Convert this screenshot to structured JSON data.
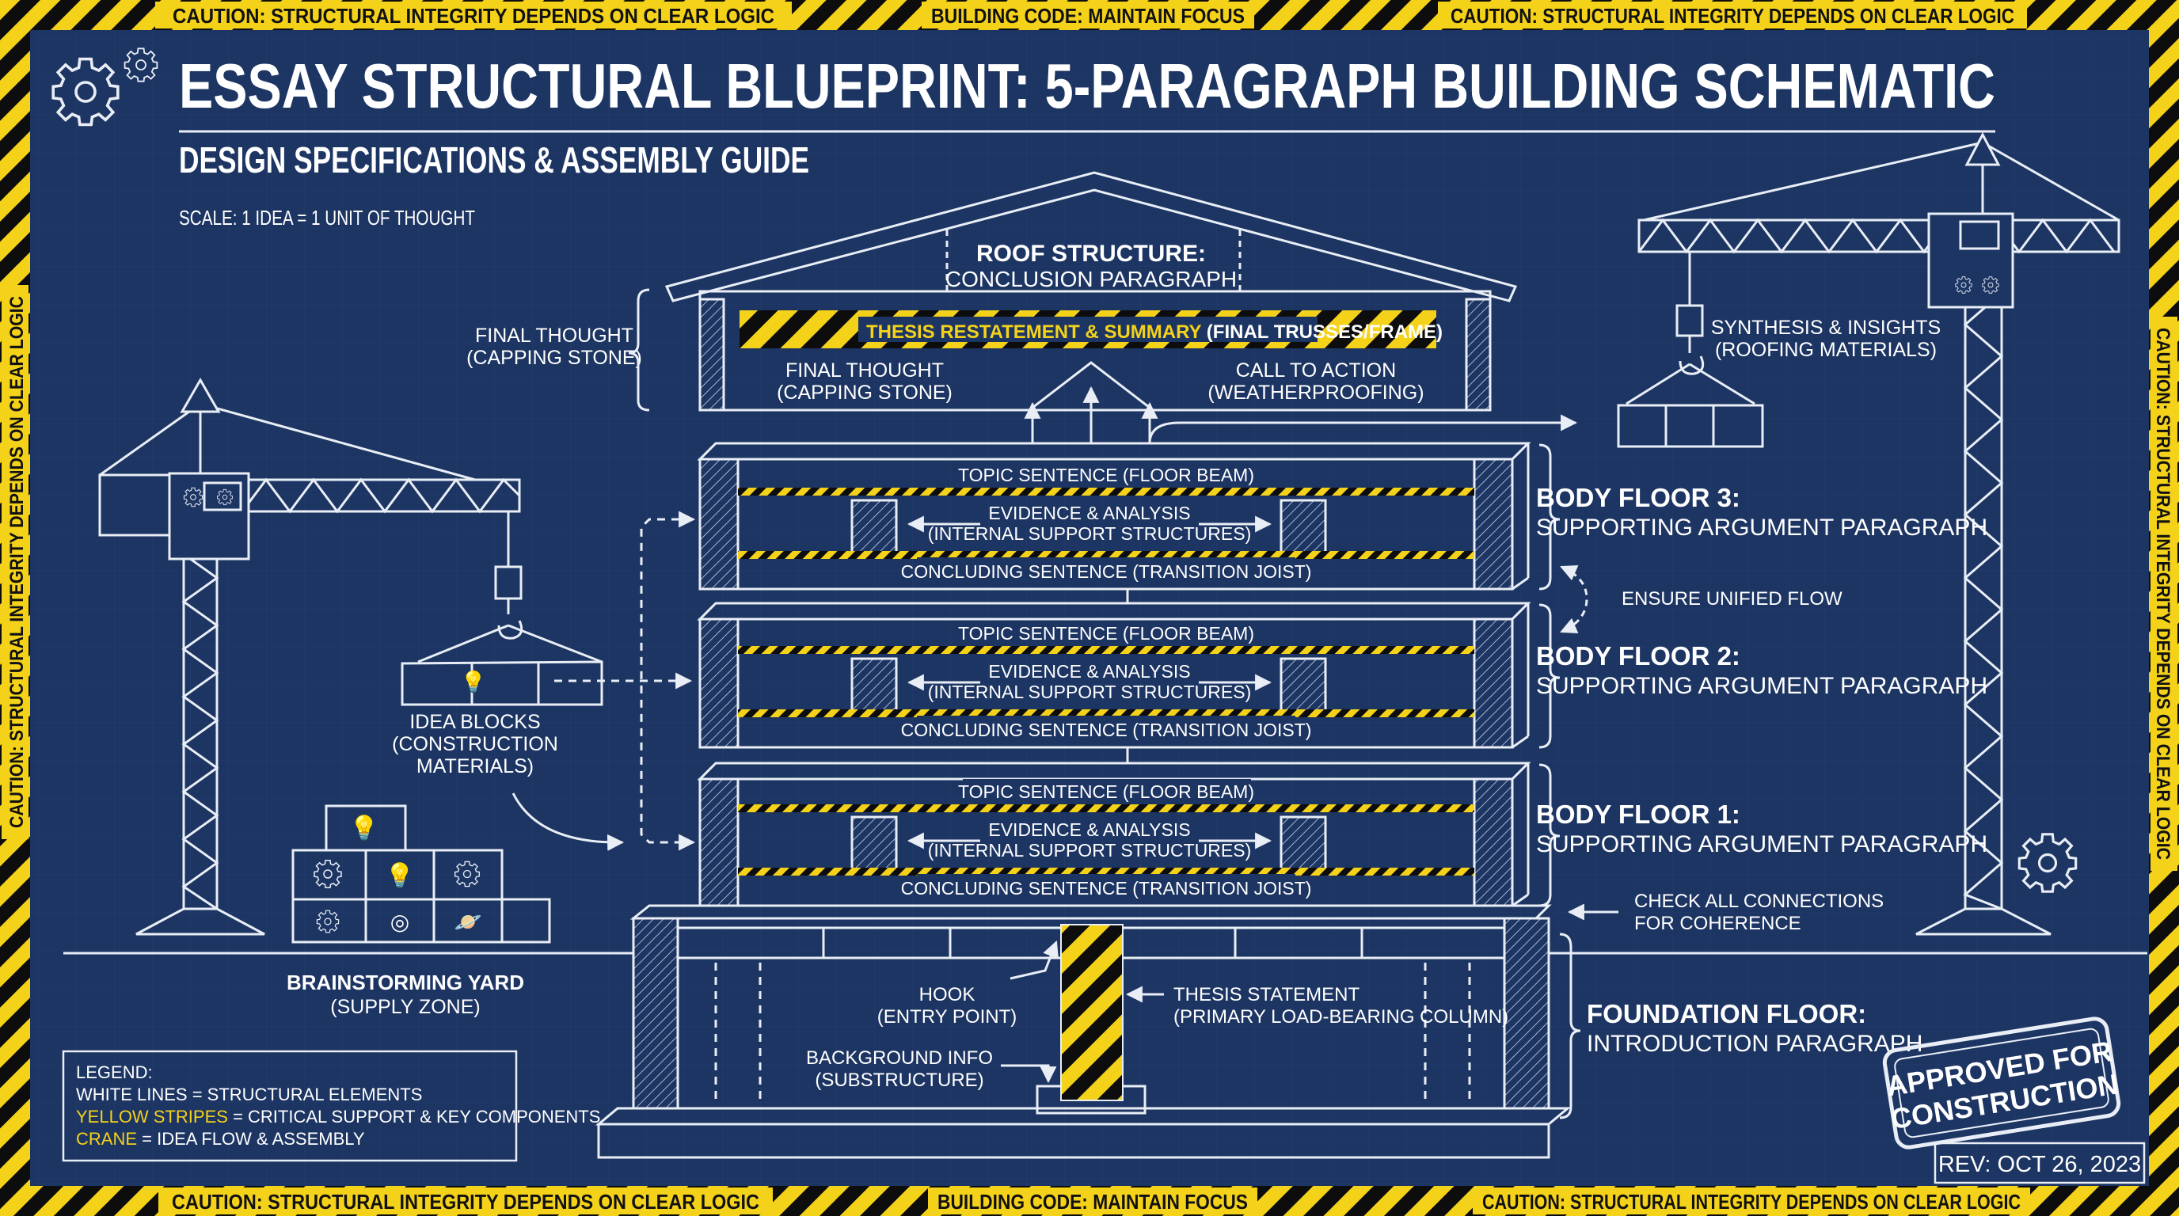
{
  "header": {
    "title": "ESSAY STRUCTURAL BLUEPRINT: 5-PARAGRAPH BUILDING SCHEMATIC",
    "subtitle": "DESIGN SPECIFICATIONS & ASSEMBLY GUIDE",
    "scale": "SCALE: 1 IDEA = 1 UNIT OF THOUGHT"
  },
  "tape": {
    "top": [
      "CAUTION: STRUCTURAL INTEGRITY DEPENDS ON CLEAR LOGIC",
      "BUILDING CODE: MAINTAIN FOCUS",
      "CAUTION: STRUCTURAL INTEGRITY DEPENDS ON CLEAR LOGIC"
    ],
    "bottom": [
      "CAUTION: STRUCTURAL INTEGRITY DEPENDS ON CLEAR LOGIC",
      "BUILDING CODE: MAINTAIN FOCUS",
      "CAUTION: STRUCTURAL INTEGRITY DEPENDS ON CLEAR LOGIC"
    ],
    "left": "CAUTION: STRUCTURAL INTEGRITY DEPENDS ON CLEAR LOGIC",
    "right": "CAUTION: STRUCTURAL INTEGRITY DEPENDS ON CLEAR LOGIC"
  },
  "roof": {
    "title_1": "ROOF STRUCTURE:",
    "title_2": "CONCLUSION PARAGRAPH",
    "stripe_label_yellow": "THESIS RESTATEMENT & SUMMARY",
    "stripe_label_white": " (FINAL TRUSSES/FRAME)",
    "inner_left_1": "FINAL THOUGHT",
    "inner_left_2": "(CAPPING STONE)",
    "inner_right_1": "CALL TO ACTION",
    "inner_right_2": "(WEATHERPROOFING)",
    "outer_left_1": "FINAL THOUGHT",
    "outer_left_2": "(CAPPING STONE)"
  },
  "floors": [
    {
      "topic": "TOPIC SENTENCE (FLOOR BEAM)",
      "evidence_1": "EVIDENCE & ANALYSIS",
      "evidence_2": "(INTERNAL SUPPORT STRUCTURES)",
      "concluding": "CONCLUDING SENTENCE (TRANSITION JOIST)",
      "name": "BODY FLOOR 3:",
      "desc": "SUPPORTING ARGUMENT PARAGRAPH"
    },
    {
      "topic": "TOPIC SENTENCE (FLOOR BEAM)",
      "evidence_1": "EVIDENCE & ANALYSIS",
      "evidence_2": "(INTERNAL SUPPORT STRUCTURES)",
      "concluding": "CONCLUDING SENTENCE (TRANSITION JOIST)",
      "name": "BODY FLOOR 2:",
      "desc": "SUPPORTING ARGUMENT PARAGRAPH"
    },
    {
      "topic": "TOPIC SENTENCE (FLOOR BEAM)",
      "evidence_1": "EVIDENCE & ANALYSIS",
      "evidence_2": "(INTERNAL SUPPORT STRUCTURES)",
      "concluding": "CONCLUDING SENTENCE (TRANSITION JOIST)",
      "name": "BODY FLOOR 1:",
      "desc": "SUPPORTING ARGUMENT PARAGRAPH"
    }
  ],
  "foundation": {
    "name": "FOUNDATION FLOOR:",
    "desc": "INTRODUCTION PARAGRAPH",
    "hook_1": "HOOK",
    "hook_2": "(ENTRY POINT)",
    "thesis_1": "THESIS STATEMENT",
    "thesis_2": "(PRIMARY LOAD-BEARING COLUMN)",
    "background_1": "BACKGROUND INFO",
    "background_2": "(SUBSTRUCTURE)"
  },
  "notes": {
    "synthesis_1": "SYNTHESIS & INSIGHTS",
    "synthesis_2": "(ROOFING MATERIALS)",
    "unified_flow": "ENSURE UNIFIED FLOW",
    "check_1": "CHECK ALL CONNECTIONS",
    "check_2": "FOR COHERENCE",
    "idea_1": "IDEA BLOCKS",
    "idea_2": "(CONSTRUCTION",
    "idea_3": "MATERIALS)",
    "yard_1": "BRAINSTORMING YARD",
    "yard_2": "(SUPPLY ZONE)"
  },
  "legend": {
    "title": "LEGEND:",
    "line1_key": "WHITE LINES",
    "line1_val": " = STRUCTURAL ELEMENTS",
    "line2_key": "YELLOW STRIPES",
    "line2_val": " = CRITICAL SUPPORT & KEY COMPONENTS",
    "line3_key": "CRANE",
    "line3_val": " = IDEA FLOW & ASSEMBLY"
  },
  "stamp": {
    "line1": "APPROVED FOR",
    "line2": "CONSTRUCTION"
  },
  "revision": "REV: OCT 26, 2023",
  "colors": {
    "background": "#1d3563",
    "line": "#e9eef6",
    "accent_yellow": "#f5d21a",
    "tape_black": "#0d0d0d"
  }
}
